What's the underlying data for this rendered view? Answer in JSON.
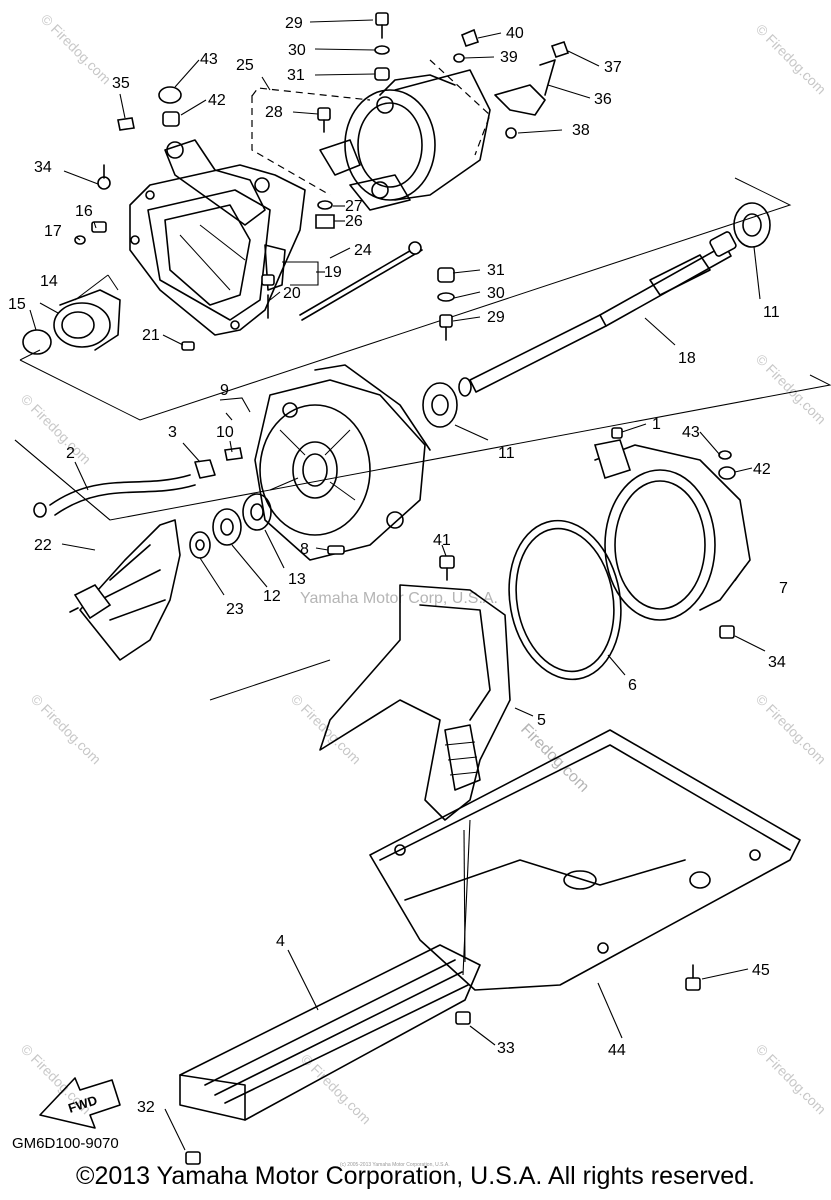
{
  "diagram": {
    "diagram_code": "GM6D100-9070",
    "footer": "©2013 Yamaha Motor Corporation, U.S.A. All rights reserved.",
    "fine_print": "(c) 2005-2013 Yamaha Motor Corporation, U.S.A.",
    "watermark_center": "Yamaha Motor Corp, U.S.A.",
    "watermark_site": "© Firedog.com",
    "watermark_diag": "Firedog.com",
    "fwd_label": "FWD",
    "callouts": [
      "29",
      "40",
      "30",
      "39",
      "31",
      "37",
      "43",
      "25",
      "35",
      "42",
      "36",
      "28",
      "38",
      "34",
      "27",
      "26",
      "16",
      "17",
      "24",
      "19",
      "31",
      "14",
      "20",
      "30",
      "11",
      "15",
      "29",
      "21",
      "18",
      "9",
      "11",
      "1",
      "43",
      "3",
      "10",
      "2",
      "42",
      "22",
      "8",
      "41",
      "13",
      "7",
      "23",
      "12",
      "6",
      "34",
      "5",
      "4",
      "45",
      "44",
      "33",
      "32"
    ]
  }
}
